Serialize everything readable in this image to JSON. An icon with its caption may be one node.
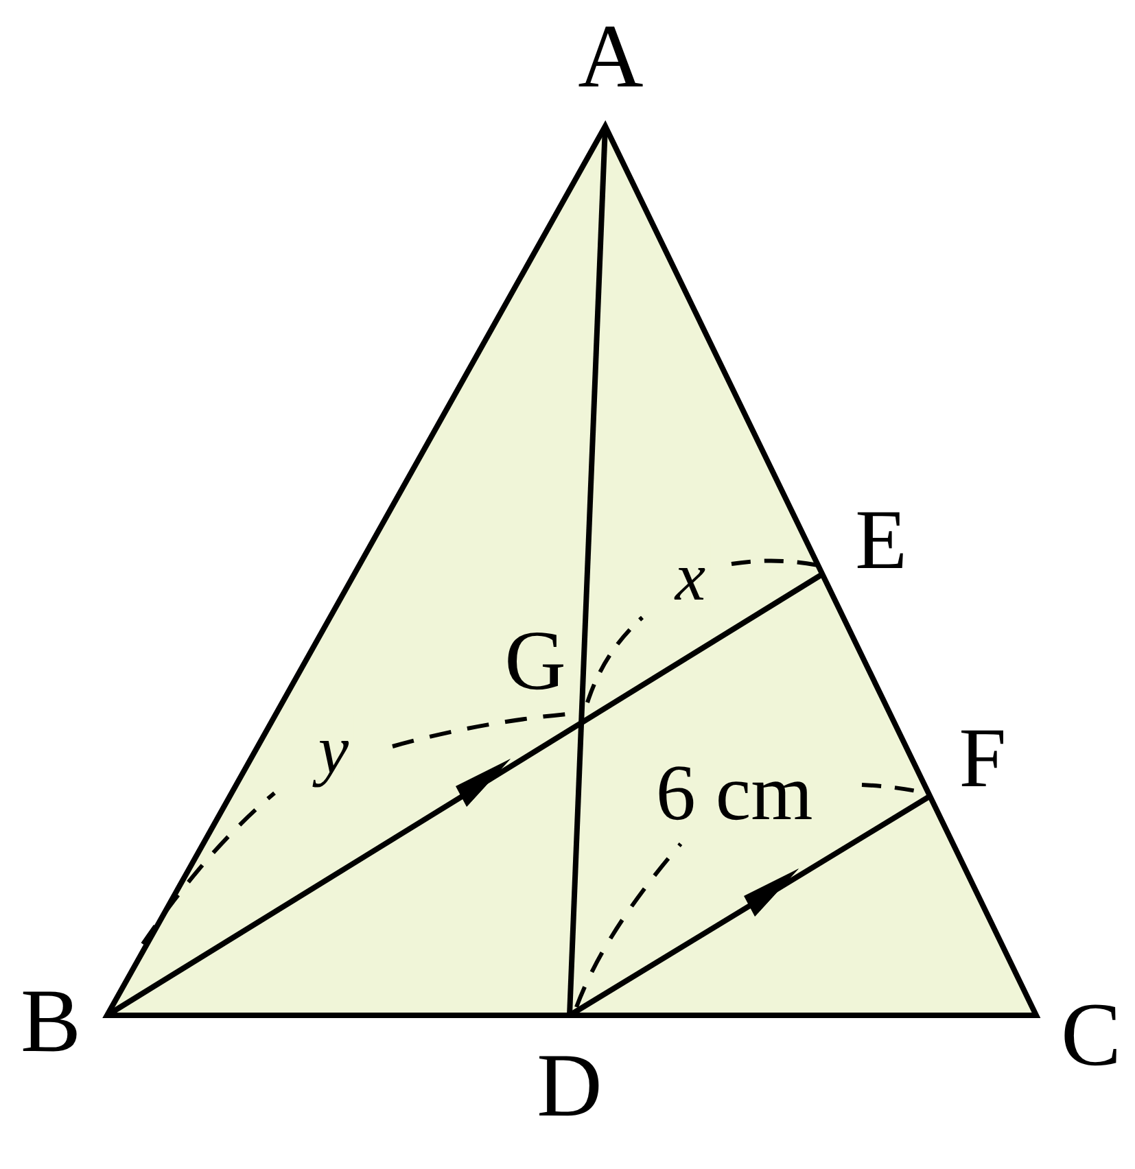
{
  "diagram": {
    "labels": [
      "A",
      "E",
      "x",
      "G",
      "y",
      "F",
      "6 cm",
      "B",
      "C",
      "D"
    ]
  }
}
